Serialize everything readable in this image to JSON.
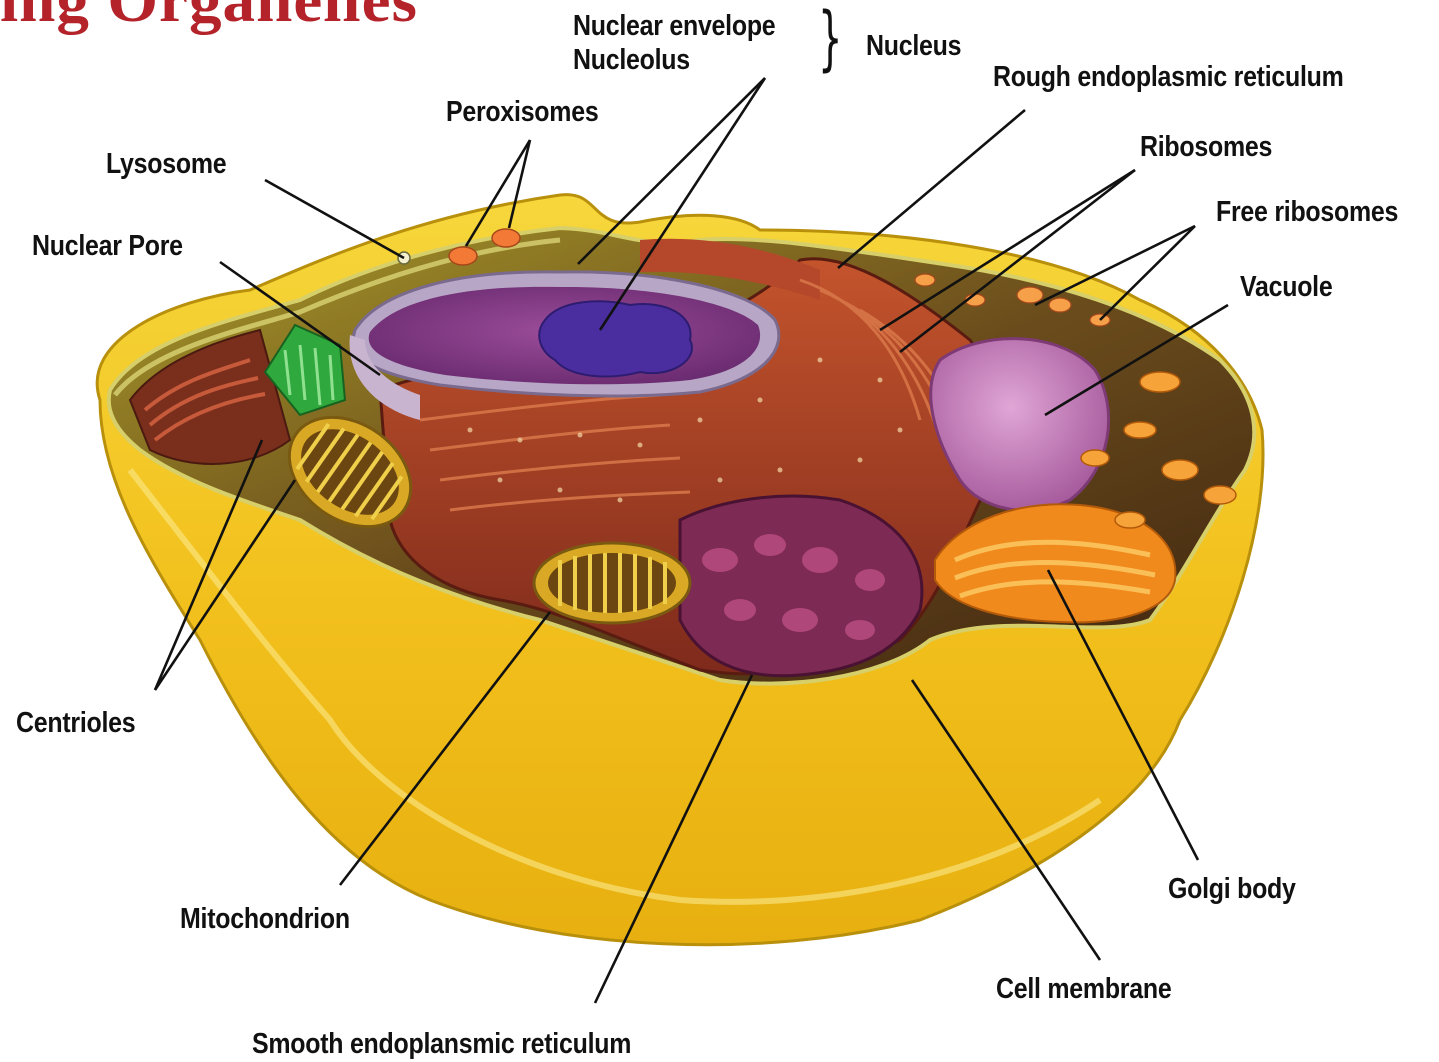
{
  "title_fragment": "ing Organelles",
  "labels": {
    "nuclear_envelope": "Nuclear envelope",
    "nucleolus": "Nucleolus",
    "nucleus": "Nucleus",
    "peroxisomes": "Peroxisomes",
    "rough_er": "Rough endoplasmic reticulum",
    "lysosome": "Lysosome",
    "ribosomes": "Ribosomes",
    "free_ribosomes": "Free ribosomes",
    "nuclear_pore": "Nuclear Pore",
    "vacuole": "Vacuole",
    "centrioles": "Centrioles",
    "mitochondrion": "Mitochondrion",
    "golgi_body": "Golgi body",
    "cell_membrane": "Cell membrane",
    "smooth_er": "Smooth endoplansmic reticulum"
  },
  "colors": {
    "title": "#b5232a",
    "membrane_outer": "#f2c521",
    "membrane_light": "#f7df58",
    "cytoplasm": "#b3a32a",
    "cytoplasm_dark": "#4a2d12",
    "nucleus_envelope": "#b9a5c4",
    "nucleoplasm": "#8e3f8c",
    "nucleolus": "#4b2fa0",
    "rough_er": "#a2432a",
    "smooth_er": "#7c2a52",
    "mitochondrion": "#d9b22a",
    "centrioles": "#2ea83c",
    "vacuole": "#c47ab8",
    "golgi": "#f08a1c",
    "ribosome": "#f27a36"
  }
}
